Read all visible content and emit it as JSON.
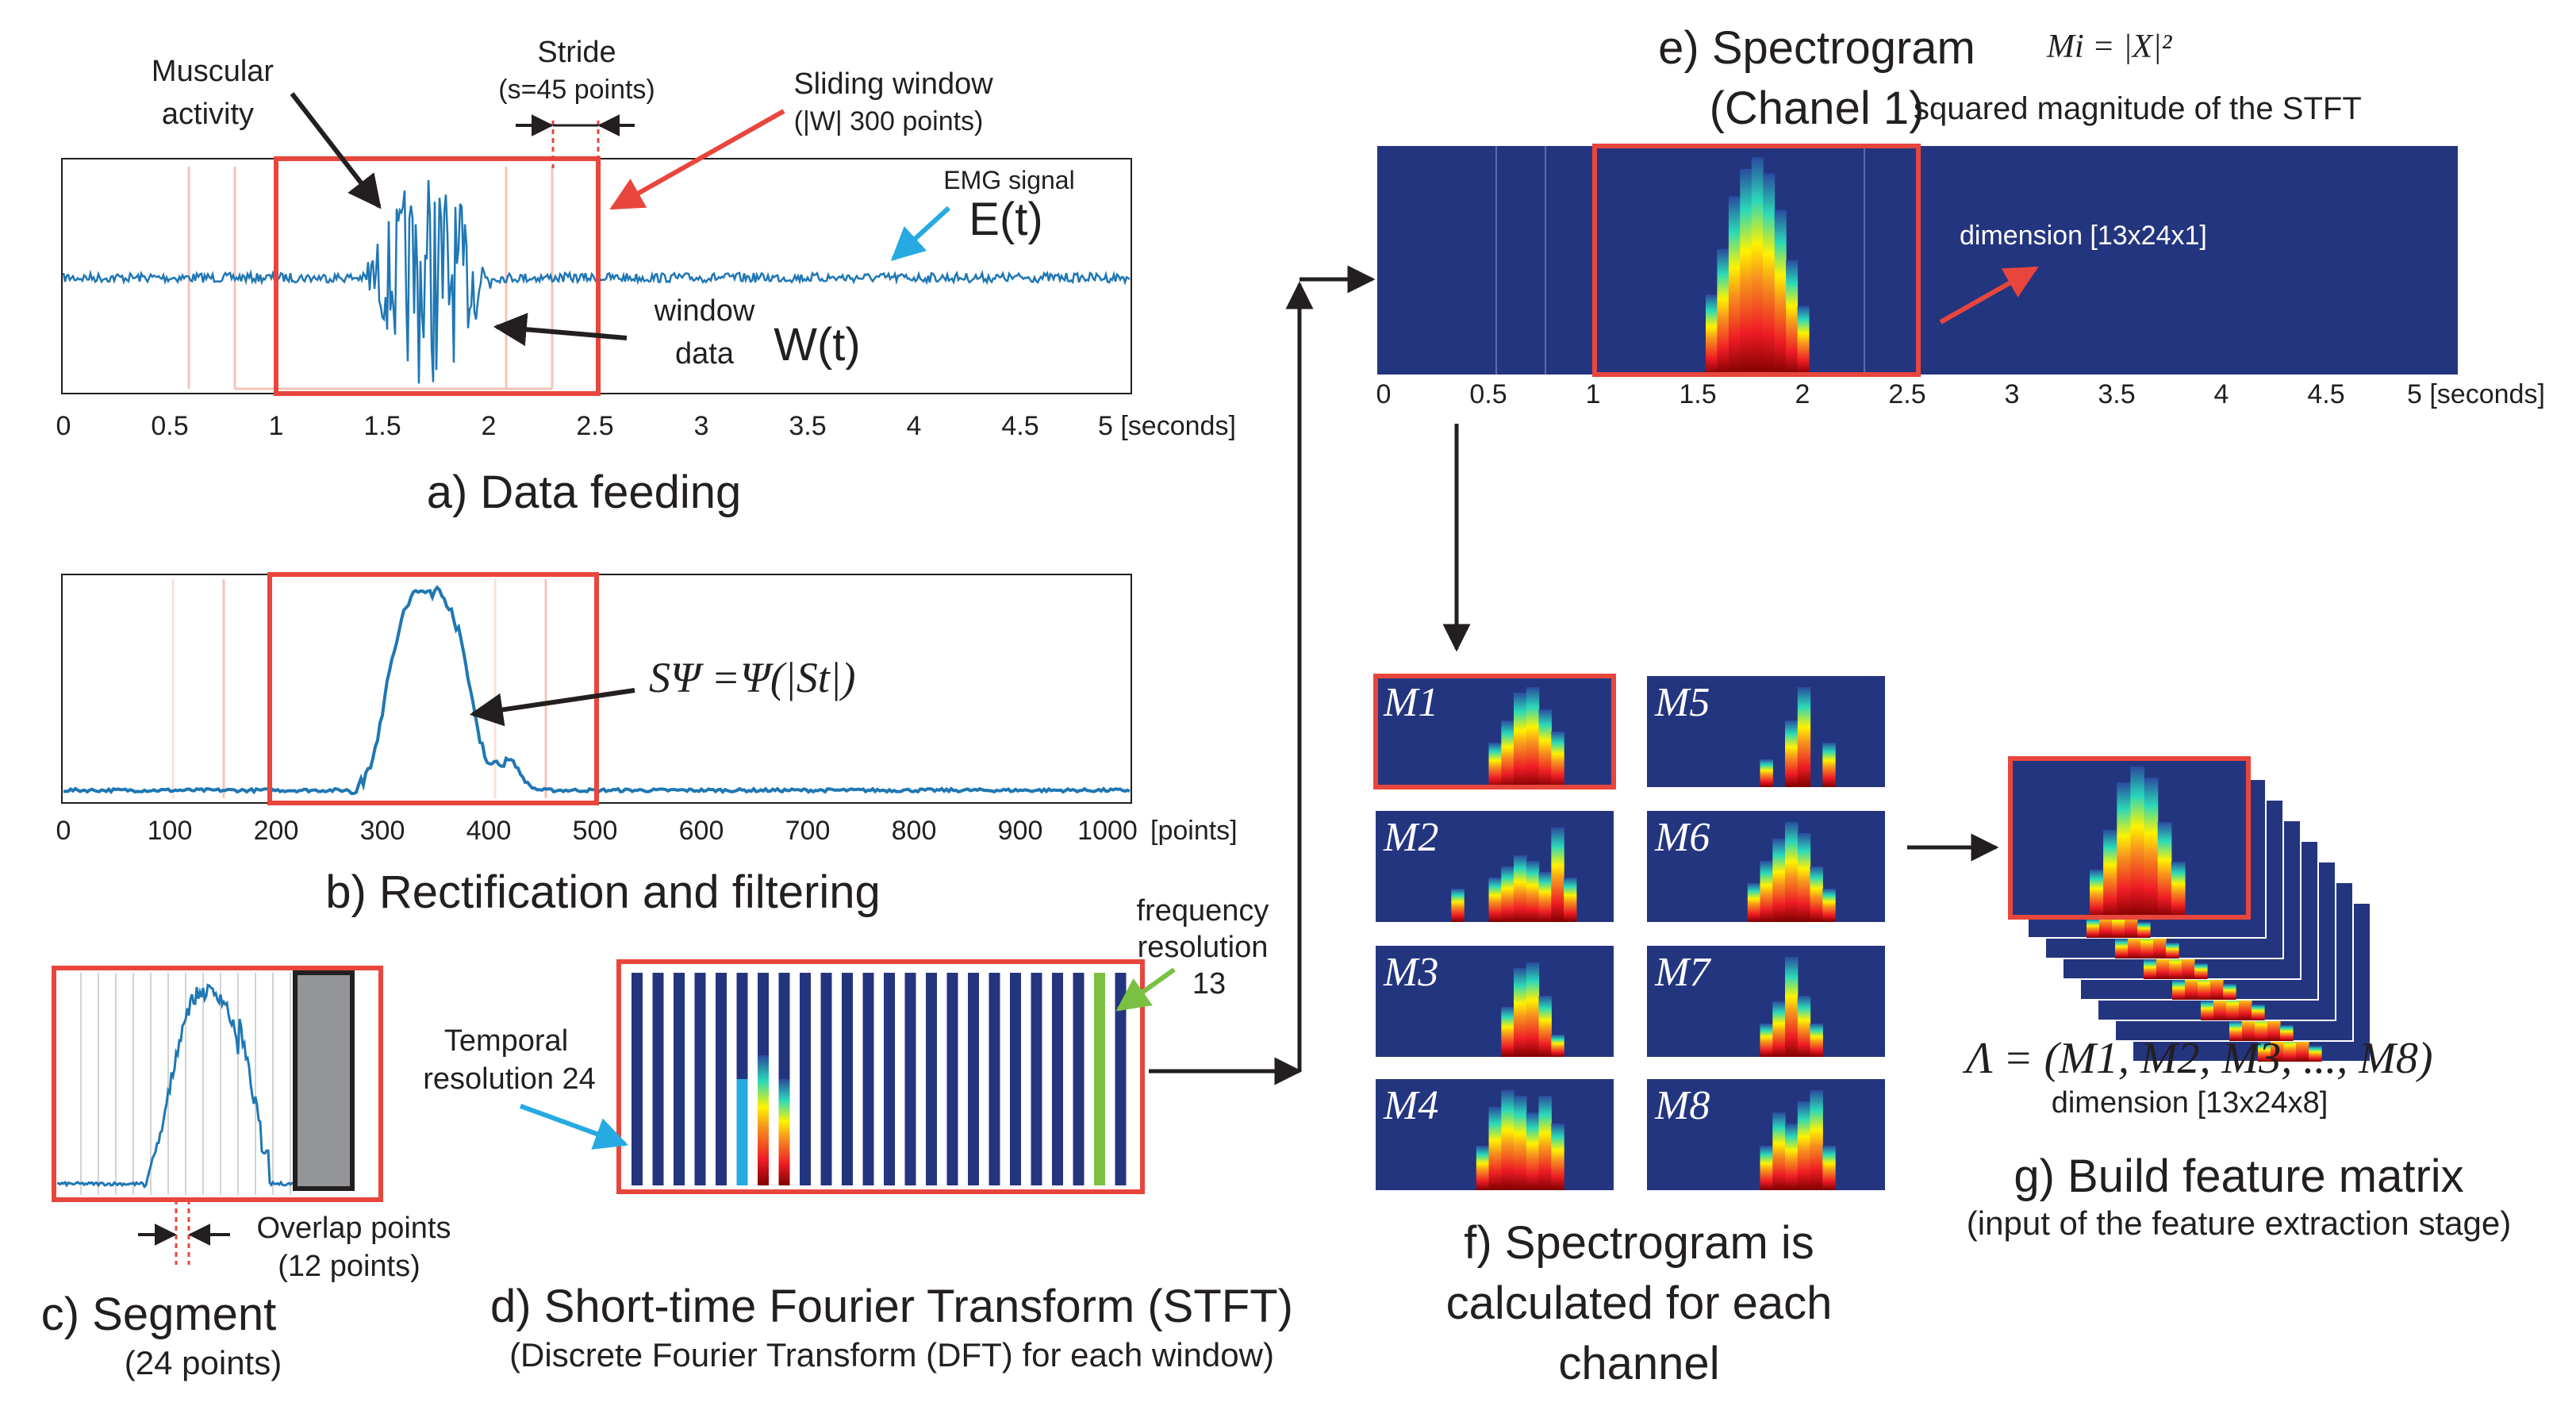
{
  "colors": {
    "red": "#e8463c",
    "signal": "#1f77b4",
    "dark_blue": "#24357f",
    "light_blue": "#27a9e1",
    "green": "#7ac143",
    "gray": "#939598"
  },
  "panel_a": {
    "caption": "a) Data feeding",
    "muscular": "Muscular",
    "activity": "activity",
    "stride": "Stride",
    "stride_detail": "(s=45 points)",
    "sliding_window": "Sliding window",
    "sliding_window_detail": "(|W| 300 points)",
    "emg_signal": "EMG signal",
    "emg_symbol": "E(t)",
    "window": "window",
    "data": "data",
    "window_symbol": "W(t)",
    "ticks": [
      "0",
      "0.5",
      "1",
      "1.5",
      "2",
      "2.5",
      "3",
      "3.5",
      "4",
      "4.5",
      "5 [seconds]"
    ]
  },
  "panel_b": {
    "caption": "b) Rectification  and filtering",
    "formula": "SΨ =Ψ(|St|)",
    "ticks": [
      "0",
      "100",
      "200",
      "300",
      "400",
      "500",
      "600",
      "700",
      "800",
      "900",
      "1000",
      "[points]"
    ]
  },
  "panel_c": {
    "caption": "c) Segment",
    "subcaption": "(24 points)",
    "overlap": "Overlap points",
    "overlap_detail": "(12 points)"
  },
  "panel_d": {
    "caption": "d) Short-time Fourier Transform (STFT)",
    "subcaption": "(Discrete Fourier Transform (DFT) for each window)",
    "temporal": "Temporal",
    "temporal_detail": "resolution 24",
    "frequency": "frequency",
    "frequency_detail": "resolution",
    "frequency_value": "13"
  },
  "panel_e": {
    "title_line1": "e) Spectrogram",
    "title_line2": "(Chanel 1)",
    "formula": "Mi = |X|²",
    "formula_desc": "squared magnitude of the STFT",
    "dimension": "dimension [13x24x1]",
    "ticks": [
      "0",
      "0.5",
      "1",
      "1.5",
      "2",
      "2.5",
      "3",
      "3.5",
      "4",
      "4.5",
      "5 [seconds]"
    ]
  },
  "panel_f": {
    "caption_line1": "f) Spectrogram is",
    "caption_line2": "calculated for each",
    "caption_line3": "channel",
    "labels": [
      "M1",
      "M2",
      "M3",
      "M4",
      "M5",
      "M6",
      "M7",
      "M8"
    ]
  },
  "panel_g": {
    "caption": "g) Build feature matrix",
    "subcaption": "(input of the feature extraction stage)",
    "formula": "Λ  =  (M1, M2, M3, ..., M8)",
    "dimension": "dimension [13x24x8]"
  }
}
